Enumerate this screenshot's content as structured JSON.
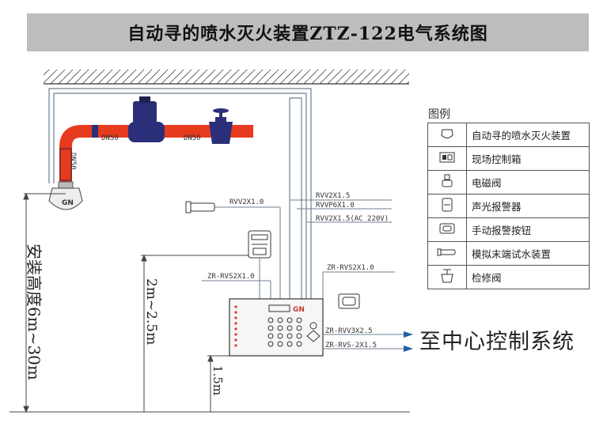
{
  "title": "自动寻的喷水灭火装置ZTZ-122电气系统图",
  "pipe": {
    "label_top_left": "DN50",
    "label_top_right": "DN50",
    "label_vertical": "DN50"
  },
  "cables": {
    "c1": "RVV2X1.5",
    "c2": "RVVP6X1.0",
    "c3": "RVV2X1.5(AC 220V)",
    "c4": "RVV2X1.0",
    "c5": "ZR-RVS2X1.0",
    "c6": "ZR-RVS2X1.0",
    "c7": "ZR-RVV3X2.5",
    "c8": "ZR-RVS-2X1.5"
  },
  "dimensions": {
    "install_height": "安装高度6m~30m",
    "panel_height": "2m~2.5m",
    "floor_height": "1.5m"
  },
  "to_center": "至中心控制系统",
  "legend": {
    "title": "图例",
    "items": [
      {
        "icon": "sprinkler-icon",
        "label": "自动寻的喷水灭火装置"
      },
      {
        "icon": "control-box-icon",
        "label": "现场控制箱"
      },
      {
        "icon": "solenoid-valve-icon",
        "label": "电磁阀"
      },
      {
        "icon": "alarm-icon",
        "label": "声光报警器"
      },
      {
        "icon": "button-icon",
        "label": "手动报警按钮"
      },
      {
        "icon": "test-device-icon",
        "label": "模拟末端试水装置"
      },
      {
        "icon": "gate-valve-icon",
        "label": "检修阀"
      }
    ]
  },
  "colors": {
    "pipe": "#e63b1e",
    "valve": "#2b2f7a",
    "title_bg": "#bdbdbd",
    "arrow": "#1f5fa8"
  }
}
